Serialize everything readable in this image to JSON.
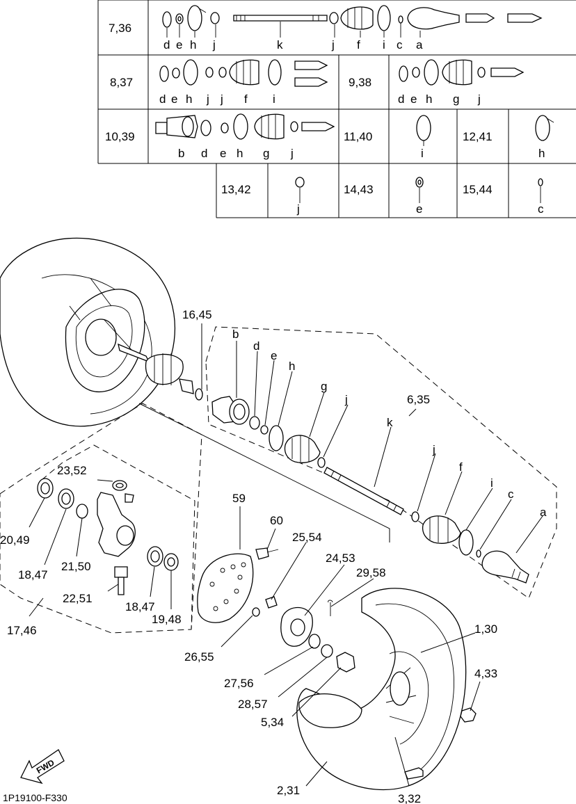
{
  "table": {
    "row1": {
      "ref": "7,36",
      "letters": [
        "d",
        "e",
        "h",
        "j",
        "k",
        "j",
        "f",
        "i",
        "c",
        "a"
      ]
    },
    "row2a": {
      "ref": "8,37",
      "letters": [
        "d",
        "e",
        "h",
        "j",
        "j",
        "f",
        "i"
      ]
    },
    "row2b": {
      "ref": "9,38",
      "letters": [
        "d",
        "e",
        "h",
        "g",
        "j"
      ]
    },
    "row3a": {
      "ref": "10,39",
      "letters": [
        "b",
        "d",
        "e",
        "h",
        "g",
        "j"
      ]
    },
    "row3b": {
      "ref": "11,40",
      "letters": [
        "i"
      ]
    },
    "row3c": {
      "ref": "12,41",
      "letters": [
        "h"
      ]
    },
    "row4a": {
      "ref": "13,42",
      "letters": [
        "j"
      ]
    },
    "row4b": {
      "ref": "14,43",
      "letters": [
        "e"
      ]
    },
    "row4c": {
      "ref": "15,44",
      "letters": [
        "c"
      ]
    }
  },
  "callouts": {
    "c16_45": "16,45",
    "c6_35": "6,35",
    "b": "b",
    "d": "d",
    "e": "e",
    "h": "h",
    "g": "g",
    "j1": "j",
    "k": "k",
    "j2": "j",
    "f": "f",
    "i": "i",
    "c": "c",
    "a": "a",
    "c23_52": "23,52",
    "c20_49": "20,49",
    "c18_47a": "18,47",
    "c21_50": "21,50",
    "c22_51": "22,51",
    "c18_47b": "18,47",
    "c19_48": "19,48",
    "c17_46": "17,46",
    "c59": "59",
    "c60": "60",
    "c25_54": "25,54",
    "c24_53": "24,53",
    "c29_58": "29,58",
    "c1_30": "1,30",
    "c4_33": "4,33",
    "c26_55": "26,55",
    "c27_56": "27,56",
    "c28_57": "28,57",
    "c5_34": "5,34",
    "c2_31": "2,31",
    "c3_32": "3,32"
  },
  "fwd_label": "FWD",
  "drawing_code": "1P19100-F330"
}
